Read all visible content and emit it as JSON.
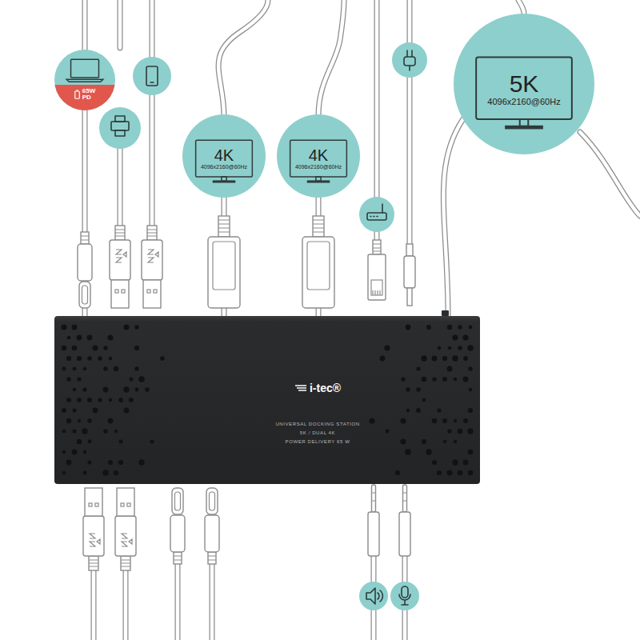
{
  "diagram": {
    "nodes": [
      {
        "text": [
          "65W PD"
        ]
      },
      {
        "text": [
          "4K",
          "4096x2160@60Hz"
        ]
      },
      {
        "text": [
          "4K",
          "4096x2160@60Hz"
        ]
      },
      {
        "text": [
          "5K",
          "4096x2160@60Hz"
        ]
      },
      {
        "text": [
          "i-tec®",
          "UNIVERSAL DOCKING STATION",
          "5K / DUAL 4K",
          "POWER DELIVERY 65 W"
        ]
      }
    ],
    "edges": [
      {
        "from": 0,
        "to": 4,
        "arrow": "none"
      },
      {
        "from": 1,
        "to": 4,
        "arrow": "none"
      },
      {
        "from": 2,
        "to": 4,
        "arrow": "none"
      },
      {
        "from": 3,
        "to": 4,
        "arrow": "none"
      }
    ]
  }
}
